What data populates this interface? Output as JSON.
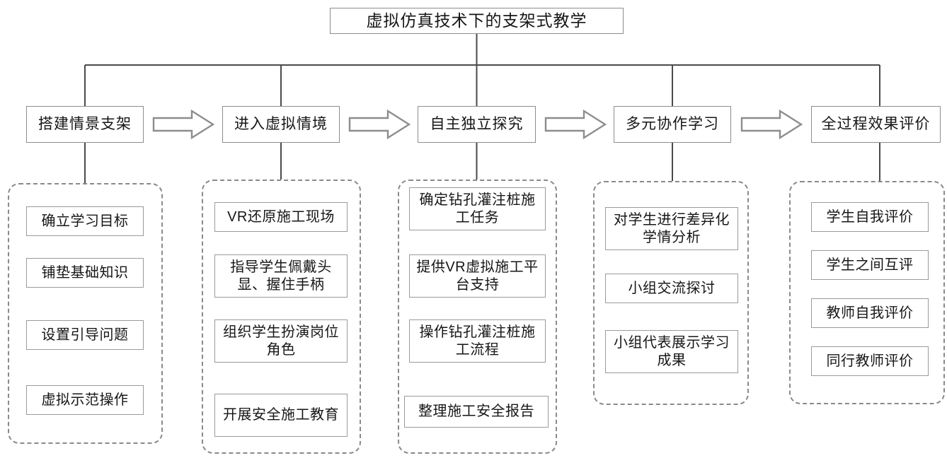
{
  "diagram": {
    "type": "flowchart",
    "title": "虚拟仿真技术下的支架式教学",
    "stages": [
      {
        "id": "stage-1",
        "label": "搭建情景支架",
        "items": [
          "确立学习目标",
          "铺垫基础知识",
          "设置引导问题",
          "虚拟示范操作"
        ]
      },
      {
        "id": "stage-2",
        "label": "进入虚拟情境",
        "items": [
          "VR还原施工现场",
          "指导学生佩戴头显、握住手柄",
          "组织学生扮演岗位角色",
          "开展安全施工教育"
        ]
      },
      {
        "id": "stage-3",
        "label": "自主独立探究",
        "items": [
          "确定钻孔灌注桩施工任务",
          "提供VR虚拟施工平台支持",
          "操作钻孔灌注桩施工流程",
          "整理施工安全报告"
        ]
      },
      {
        "id": "stage-4",
        "label": "多元协作学习",
        "items": [
          "对学生进行差异化学情分析",
          "小组交流探讨",
          "小组代表展示学习成果"
        ]
      },
      {
        "id": "stage-5",
        "label": "全过程效果评价",
        "items": [
          "学生自我评价",
          "学生之间互评",
          "教师自我评价",
          "同行教师评价"
        ]
      }
    ],
    "arrows": [
      {
        "id": "arrow-1",
        "from": "stage-1",
        "to": "stage-2",
        "glyph": "block-arrow-right-icon"
      },
      {
        "id": "arrow-2",
        "from": "stage-2",
        "to": "stage-3",
        "glyph": "block-arrow-right-icon"
      },
      {
        "id": "arrow-3",
        "from": "stage-3",
        "to": "stage-4",
        "glyph": "block-arrow-right-icon"
      },
      {
        "id": "arrow-4",
        "from": "stage-4",
        "to": "stage-5",
        "glyph": "block-arrow-right-icon"
      }
    ],
    "colors": {
      "line": "#8d8d8d",
      "connector": "#4a4a4a",
      "dashed_group": "#8a8a8a",
      "text": "#161616",
      "background": "#ffffff"
    }
  }
}
